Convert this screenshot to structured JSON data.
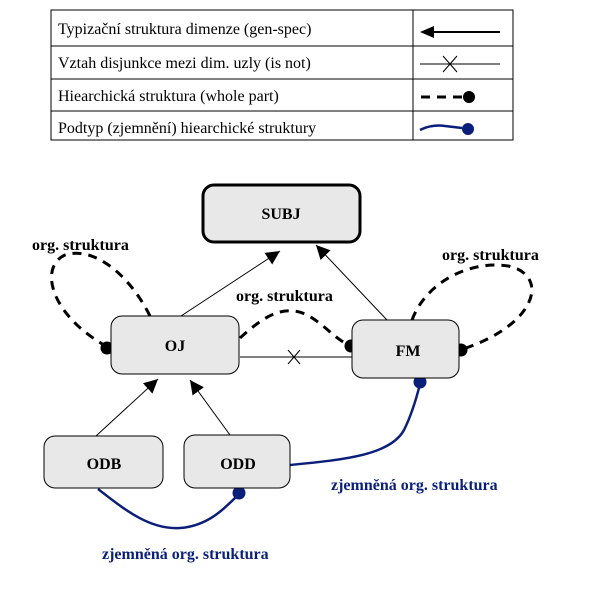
{
  "legend": {
    "rows": [
      {
        "label": "Typizační struktura dimenze (gen-spec)",
        "symbol": "arrow-symbol"
      },
      {
        "label": "Vztah disjunkce mezi dim. uzly (is not)",
        "symbol": "cross-line-symbol"
      },
      {
        "label": "Hiearchická struktura  (whole part)",
        "symbol": "dashed-dot-symbol"
      },
      {
        "label": "Podtyp (zjemnění) hiearchické struktury",
        "symbol": "blue-line-dot-symbol"
      }
    ]
  },
  "nodes": {
    "subj": "SUBJ",
    "oj": "OJ",
    "fm": "FM",
    "odb": "ODB",
    "odd": "ODD"
  },
  "labels": {
    "org_left": "org. struktura",
    "org_middle": "org. struktura",
    "org_right": "org. struktura",
    "refined_right": "zjemněná org. struktura",
    "refined_bottom": "zjemněná org. struktura"
  },
  "colors": {
    "refined_line": "#0b1f7a",
    "node_fill": "#e8e8e8",
    "line": "#000000"
  }
}
